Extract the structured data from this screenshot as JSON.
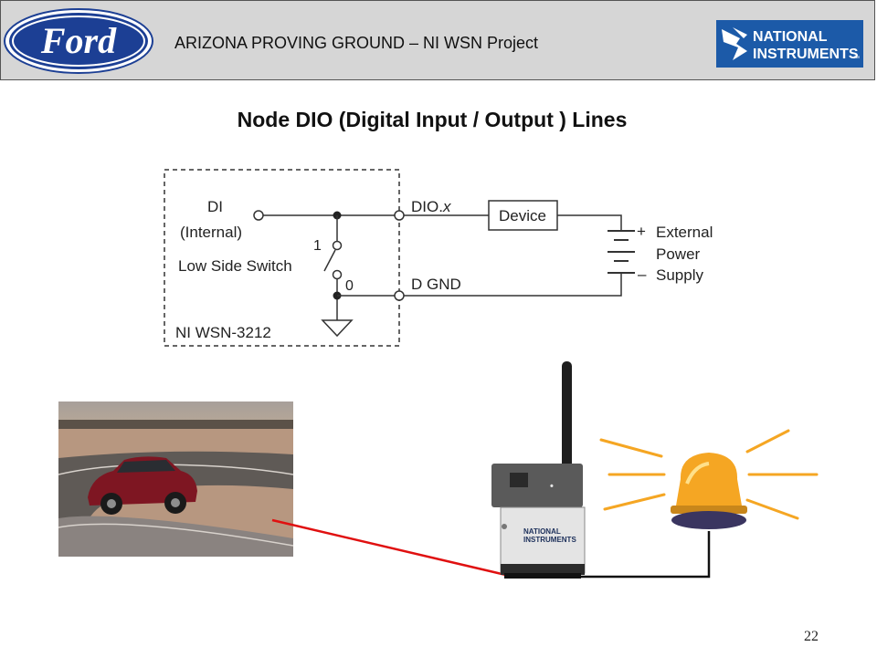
{
  "header": {
    "ford_logo_text": "Ford",
    "title": "ARIZONA PROVING GROUND – NI WSN Project",
    "ni_logo_line1": "NATIONAL",
    "ni_logo_line2": "INSTRUMENTS",
    "ni_logo_mark": "™"
  },
  "slide_title": "Node DIO (Digital Input / Output ) Lines",
  "diagram": {
    "di_label_line1": "DI",
    "di_label_line2": "(Internal)",
    "switch_label": "Low Side Switch",
    "switch_pos_1": "1",
    "switch_pos_0": "0",
    "dio_label": "DIO.",
    "dio_suffix": "x",
    "dgnd_label": "D GND",
    "device_label": "Device",
    "plus_sign": "+",
    "minus_sign": "–",
    "supply_line1": "External",
    "supply_line2": "Power",
    "supply_line3": "Supply",
    "node_label": "NI WSN-3212"
  },
  "node_device": {
    "logo_line1": "NATIONAL",
    "logo_line2": "INSTRUMENTS"
  },
  "colors": {
    "header_bg": "#d6d6d6",
    "ford_blue": "#1c3f94",
    "ni_blue": "#1c5aa8",
    "signal_red": "#e01010",
    "beacon_amber": "#f5a623"
  },
  "page_number": "22"
}
